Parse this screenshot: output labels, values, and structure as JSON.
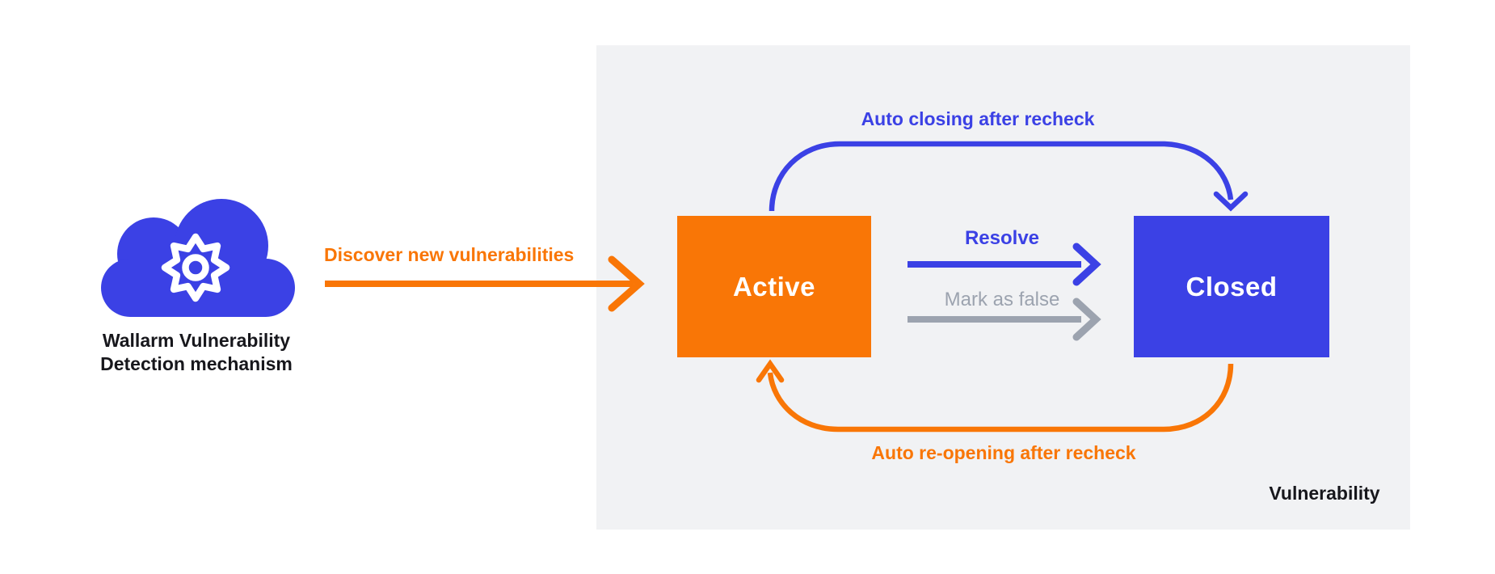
{
  "colors": {
    "blue": "#3b41e5",
    "orange": "#f97606",
    "gray": "#9ca3af",
    "panel": "#f1f2f4",
    "dark": "#17171c"
  },
  "source": {
    "icon": "cloud-gear-icon",
    "label_line1": "Wallarm Vulnerability",
    "label_line2": "Detection mechanism"
  },
  "flow": {
    "discover_label": "Discover new vulnerabilities",
    "panel_label": "Vulnerability",
    "states": [
      {
        "id": "active",
        "label": "Active",
        "color": "#f97606"
      },
      {
        "id": "closed",
        "label": "Closed",
        "color": "#3b41e5"
      }
    ],
    "transitions": [
      {
        "label": "Auto closing after recheck",
        "from": "active",
        "to": "closed",
        "style": "top-curve",
        "color": "#3b41e5"
      },
      {
        "label": "Resolve",
        "from": "active",
        "to": "closed",
        "style": "straight",
        "color": "#3b41e5"
      },
      {
        "label": "Mark as false",
        "from": "active",
        "to": "closed",
        "style": "straight",
        "color": "#9ca3af"
      },
      {
        "label": "Auto re-opening after recheck",
        "from": "closed",
        "to": "active",
        "style": "bottom-curve",
        "color": "#f97606"
      }
    ]
  }
}
